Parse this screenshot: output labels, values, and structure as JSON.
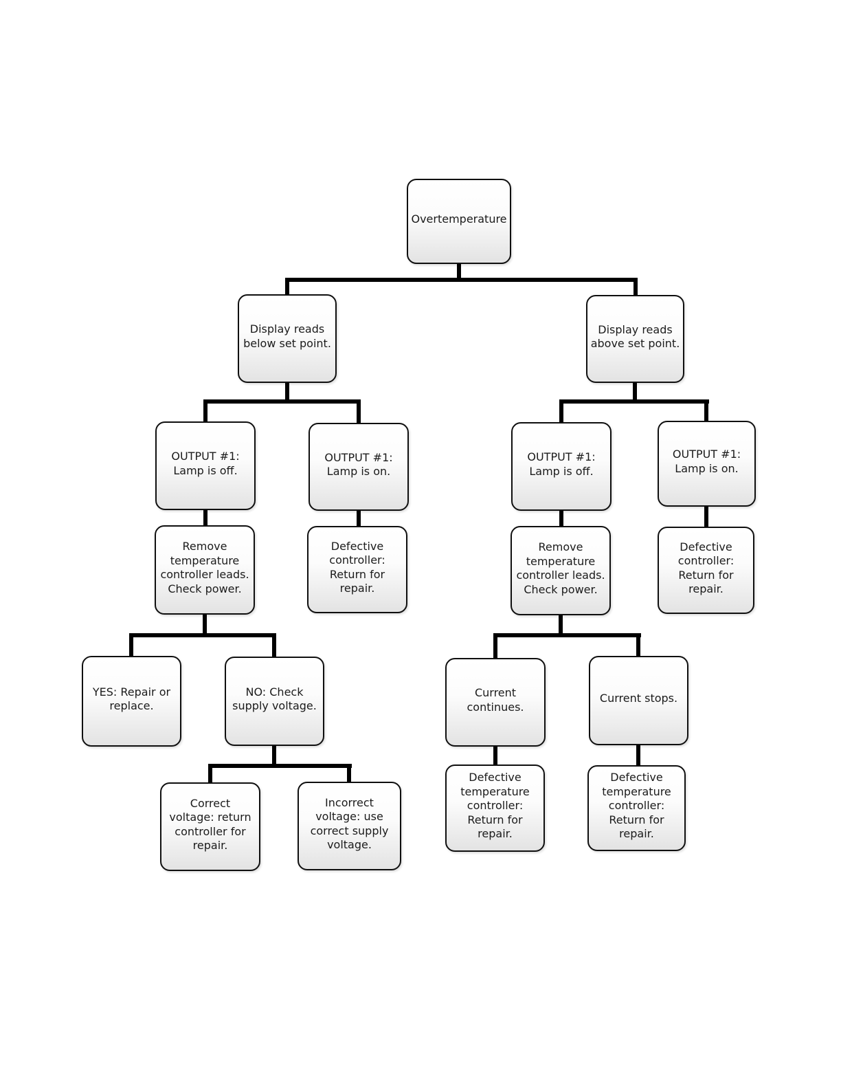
{
  "diagram": {
    "title": "Overtemperature",
    "type": "flowchart",
    "colors": {
      "background": "#ffffff",
      "box_border": "#0f0f0f",
      "box_fill_top": "#ffffff",
      "box_fill_bottom": "#e3e3e3",
      "connector": "#000000",
      "text": "#1b1b1b"
    },
    "nodes": {
      "root": {
        "label": "Overtemperature"
      },
      "below": {
        "label": "Display reads\nbelow set point."
      },
      "above": {
        "label": "Display reads\nabove set point."
      },
      "below_lamp_off": {
        "label": "OUTPUT #1:\nLamp is off."
      },
      "below_lamp_on": {
        "label": "OUTPUT #1:\nLamp is on."
      },
      "above_lamp_off": {
        "label": "OUTPUT #1:\nLamp is off."
      },
      "above_lamp_on": {
        "label": "OUTPUT #1:\nLamp is on."
      },
      "below_remove_leads": {
        "label": "Remove\ntemperature\ncontroller leads.\nCheck power."
      },
      "below_defective": {
        "label": "Defective\ncontroller:\nReturn for\nrepair."
      },
      "above_remove_leads": {
        "label": "Remove\ntemperature\ncontroller leads.\nCheck power."
      },
      "above_defective": {
        "label": "Defective\ncontroller:\nReturn for\nrepair."
      },
      "yes_repair": {
        "label": "YES: Repair or\nreplace."
      },
      "no_check_voltage": {
        "label": "NO: Check\nsupply voltage."
      },
      "current_continues": {
        "label": "Current\ncontinues."
      },
      "current_stops": {
        "label": "Current stops."
      },
      "correct_voltage": {
        "label": "Correct\nvoltage: return\ncontroller for\nrepair."
      },
      "incorrect_voltage": {
        "label": "Incorrect\nvoltage: use\ncorrect supply\nvoltage."
      },
      "defective_continues": {
        "label": "Defective\ntemperature\ncontroller:\nReturn for\nrepair."
      },
      "defective_stops": {
        "label": "Defective\ntemperature\ncontroller:\nReturn for\nrepair."
      }
    },
    "edges": [
      {
        "from": "root",
        "to": "below"
      },
      {
        "from": "root",
        "to": "above"
      },
      {
        "from": "below",
        "to": "below_lamp_off"
      },
      {
        "from": "below",
        "to": "below_lamp_on"
      },
      {
        "from": "below_lamp_off",
        "to": "below_remove_leads"
      },
      {
        "from": "below_lamp_on",
        "to": "below_defective"
      },
      {
        "from": "below_remove_leads",
        "to": "yes_repair"
      },
      {
        "from": "below_remove_leads",
        "to": "no_check_voltage"
      },
      {
        "from": "no_check_voltage",
        "to": "correct_voltage"
      },
      {
        "from": "no_check_voltage",
        "to": "incorrect_voltage"
      },
      {
        "from": "above",
        "to": "above_lamp_off"
      },
      {
        "from": "above",
        "to": "above_lamp_on"
      },
      {
        "from": "above_lamp_off",
        "to": "above_remove_leads"
      },
      {
        "from": "above_lamp_on",
        "to": "above_defective"
      },
      {
        "from": "above_remove_leads",
        "to": "current_continues"
      },
      {
        "from": "above_remove_leads",
        "to": "current_stops"
      },
      {
        "from": "current_continues",
        "to": "defective_continues"
      },
      {
        "from": "current_stops",
        "to": "defective_stops"
      }
    ]
  }
}
